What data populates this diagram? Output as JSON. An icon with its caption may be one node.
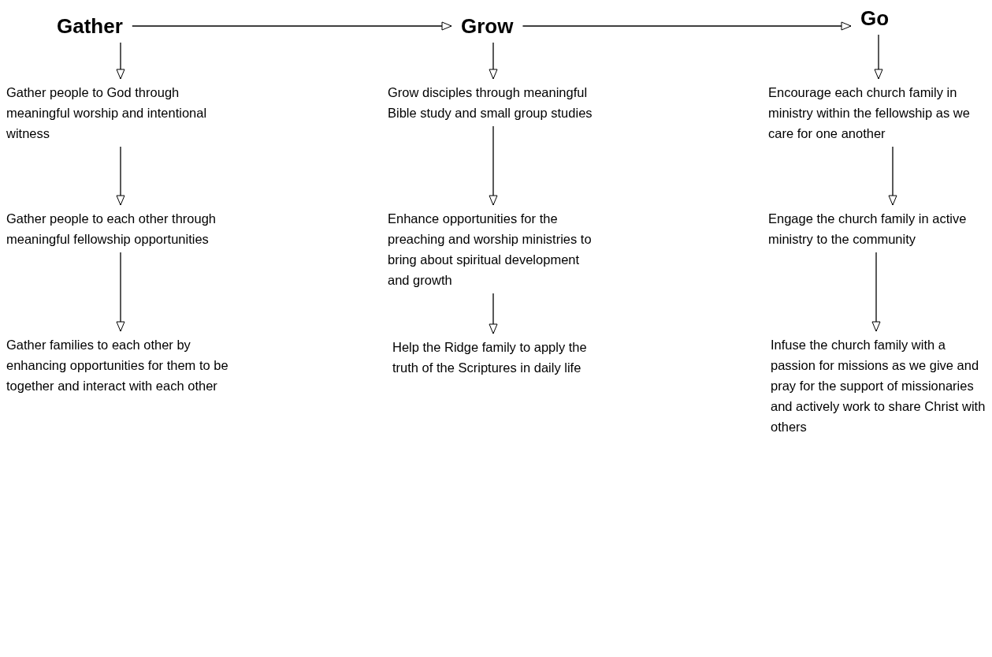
{
  "diagram": {
    "nodes": [
      {
        "text": [
          "Gather"
        ]
      },
      {
        "text": [
          "Grow"
        ]
      },
      {
        "text": [
          "Go"
        ]
      },
      {
        "text": [
          "Gather people to God through meaningful worship and intentional witness"
        ]
      },
      {
        "text": [
          "Gather people to each other through meaningful fellowship opportunities"
        ]
      },
      {
        "text": [
          "Gather families to each other by enhancing opportunities for them to be together and interact with each other"
        ]
      },
      {
        "text": [
          "Grow disciples through meaningful Bible study and small group studies"
        ]
      },
      {
        "text": [
          "Enhance opportunities for the preaching and worship ministries to bring about spiritual development and growth"
        ]
      },
      {
        "text": [
          "Help the Ridge family to apply the truth of the Scriptures in daily life"
        ]
      },
      {
        "text": [
          "Encourage each church family in ministry within the fellowship as we care for one another"
        ]
      },
      {
        "text": [
          "Engage the church family in active ministry to the community"
        ]
      },
      {
        "text": [
          "Infuse the church family with a passion for missions as we give and pray for the support of missionaries and actively work to share Christ with others"
        ]
      }
    ],
    "edges": [
      {
        "from": 0,
        "to": 1,
        "arrow": "to"
      },
      {
        "from": 1,
        "to": 2,
        "arrow": "to"
      },
      {
        "from": 0,
        "to": 3,
        "arrow": "to"
      },
      {
        "from": 3,
        "to": 4,
        "arrow": "to"
      },
      {
        "from": 4,
        "to": 5,
        "arrow": "to"
      },
      {
        "from": 1,
        "to": 6,
        "arrow": "to"
      },
      {
        "from": 6,
        "to": 7,
        "arrow": "to"
      },
      {
        "from": 7,
        "to": 8,
        "arrow": "to"
      },
      {
        "from": 2,
        "to": 9,
        "arrow": "to"
      },
      {
        "from": 9,
        "to": 10,
        "arrow": "to"
      },
      {
        "from": 10,
        "to": 11,
        "arrow": "to"
      }
    ]
  }
}
